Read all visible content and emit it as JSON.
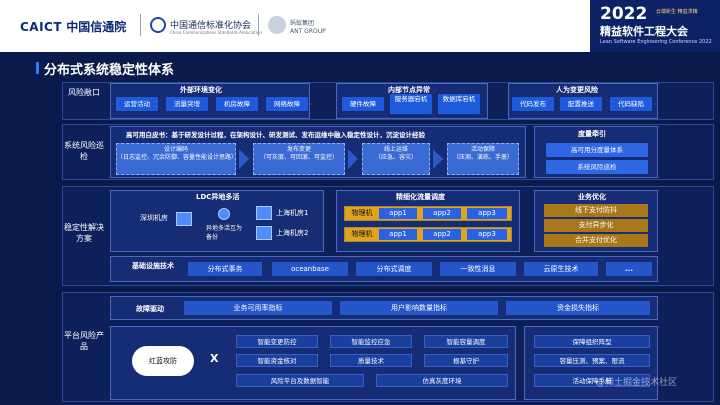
{
  "header": {
    "caict_abbr": "CAICT",
    "caict_cn": "中国信通院",
    "assoc_name": "中国通信标准化协会",
    "assoc_sub": "China Communications Standards Association",
    "ant_cn": "蚂蚁集团",
    "ant_en": "ANT GROUP",
    "conf_year": "2022",
    "conf_tag": "云端新生 精益求精",
    "conf_name": "精益软件工程大会",
    "conf_en": "Lean Software Engineering Conference 2022"
  },
  "title": "分布式系统稳定性体系",
  "row1": {
    "label": "风险敞口",
    "external": {
      "title": "外部环境变化",
      "items": [
        "运营活动",
        "流量突增",
        "机房故障",
        "网络故障"
      ]
    },
    "internal": {
      "title": "内部节点异常",
      "items": [
        "硬件故障",
        "服务器宕机",
        "数据库宕机"
      ]
    },
    "human": {
      "title": "人为变更风险",
      "items": [
        "代码发布",
        "配置推送",
        "代码缺陷"
      ]
    }
  },
  "row2": {
    "label": "系统风险巡检",
    "headline": "高可用白皮书：基于研发设计过程，在架构设计、研发测试、发布运维中融入稳定性设计，沉淀设计经验",
    "steps": [
      {
        "line1": "设计编码",
        "line2": "（日志监控、冗余防御、容量性能设计思路）"
      },
      {
        "line1": "发布变更",
        "line2": "（可灰度、可回滚、可监控）"
      },
      {
        "line1": "线上运维",
        "line2": "（应急、容灾）"
      },
      {
        "line1": "活动保障",
        "line2": "（压测、演练、手册）"
      }
    ],
    "metric_title": "度量牵引",
    "metrics": [
      "高可用分度量体系",
      "系统风险巡检"
    ]
  },
  "row3": {
    "label": "稳定性解决方案",
    "ldc_title": "LDC异地多活",
    "shenzhen": "深圳机房",
    "remote_note": "异地多活互为备份",
    "shanghai1": "上海机房1",
    "shanghai2": "上海机房2",
    "traffic_title": "精细化流量调度",
    "flows": [
      {
        "lead": "物理机",
        "apps": [
          "app1",
          "app2",
          "app3"
        ]
      },
      {
        "lead": "物理机",
        "apps": [
          "app1",
          "app2",
          "app3"
        ]
      }
    ],
    "biz_title": "业务优化",
    "biz_items": [
      "线下支付防抖",
      "支付异步化",
      "合并支付优化"
    ],
    "infra_label": "基础设施技术",
    "infra_items": [
      "分布式事务",
      "oceanbase",
      "分布式调度",
      "一致性消息",
      "云原生技术",
      "..."
    ]
  },
  "row4": {
    "label": "平台风险产品",
    "fault_label": "故障驱动",
    "fault_items": [
      "业务可用率指标",
      "用户影响数量指标",
      "资金损失指标"
    ],
    "redblue": "红蓝攻防",
    "x_mark": "X",
    "capabilities": [
      "智能变更防控",
      "智能监控应急",
      "智能容量调度",
      "智能资金核对",
      "质量技术",
      "根基守护",
      "风险平台及数据智能",
      "仿真灰度环境"
    ],
    "assurance": [
      "保障组织阵型",
      "容量压测、预案、限流",
      "活动保障手册"
    ]
  },
  "watermark": "@稀土掘金技术社区"
}
